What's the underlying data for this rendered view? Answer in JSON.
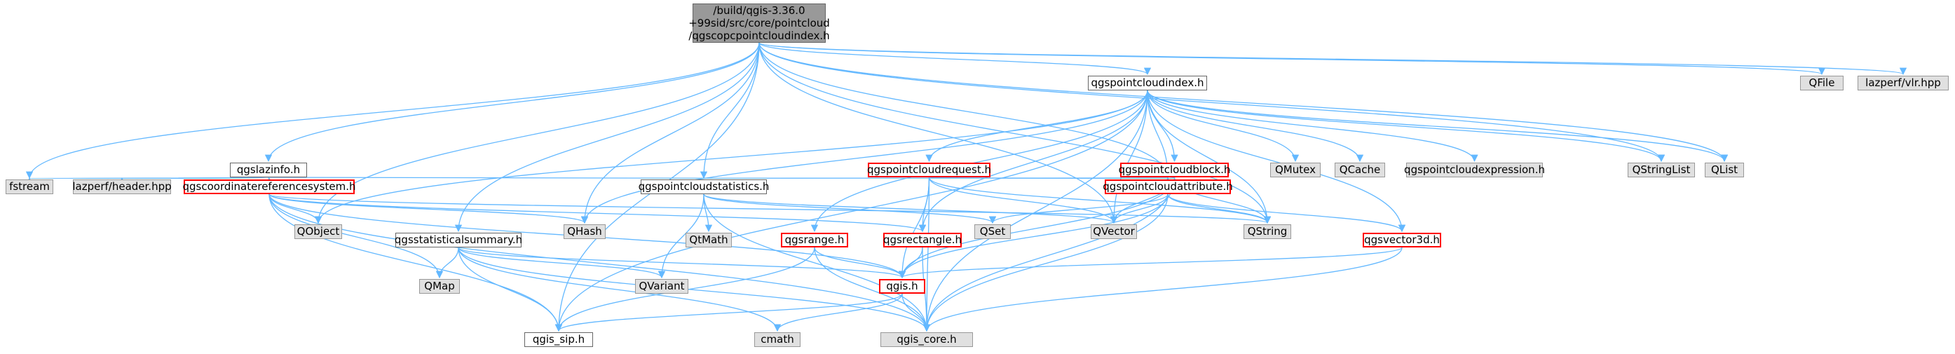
{
  "nodes": {
    "root": {
      "line1": "/build/qgis-3.36.0",
      "line2": "+99sid/src/core/pointcloud",
      "line3": "/qgscopcpointcloudindex.h"
    },
    "qgspointcloudindex": "qgspointcloudindex.h",
    "qfile": "QFile",
    "lazperf_vlr": "lazperf/vlr.hpp",
    "qgslazinfo": "qgslazinfo.h",
    "qgspointcloudrequest": "qgspointcloudrequest.h",
    "qgspointcloudblock": "qgspointcloudblock.h",
    "qmutex": "QMutex",
    "qcache": "QCache",
    "qgspointcloudexpression": "qgspointcloudexpression.h",
    "qstringlist": "QStringList",
    "qlist": "QList",
    "fstream": "fstream",
    "lazperf_header": "lazperf/header.hpp",
    "qgscoordinatereferencesystem": "qgscoordinatereferencesystem.h",
    "qgspointcloudstatistics": "qgspointcloudstatistics.h",
    "qgspointcloudattribute": "qgspointcloudattribute.h",
    "qobject": "QObject",
    "qhash": "QHash",
    "qgsstatisticalsummary": "qgsstatisticalsummary.h",
    "qtmath": "QtMath",
    "qgsrange": "qgsrange.h",
    "qgsrectangle": "qgsrectangle.h",
    "qset": "QSet",
    "qvector": "QVector",
    "qstring": "QString",
    "qgsvector3d": "qgsvector3d.h",
    "qmap": "QMap",
    "qvariant": "QVariant",
    "qgis": "qgis.h",
    "qgis_sip": "qgis_sip.h",
    "cmath": "cmath",
    "qgis_core": "qgis_core.h"
  },
  "colors": {
    "edge": "#63b8ff",
    "edge_dark": "#404040",
    "red_border": "#ff0000",
    "gray_fill": "#e0e0e0",
    "root_fill": "#999999"
  }
}
